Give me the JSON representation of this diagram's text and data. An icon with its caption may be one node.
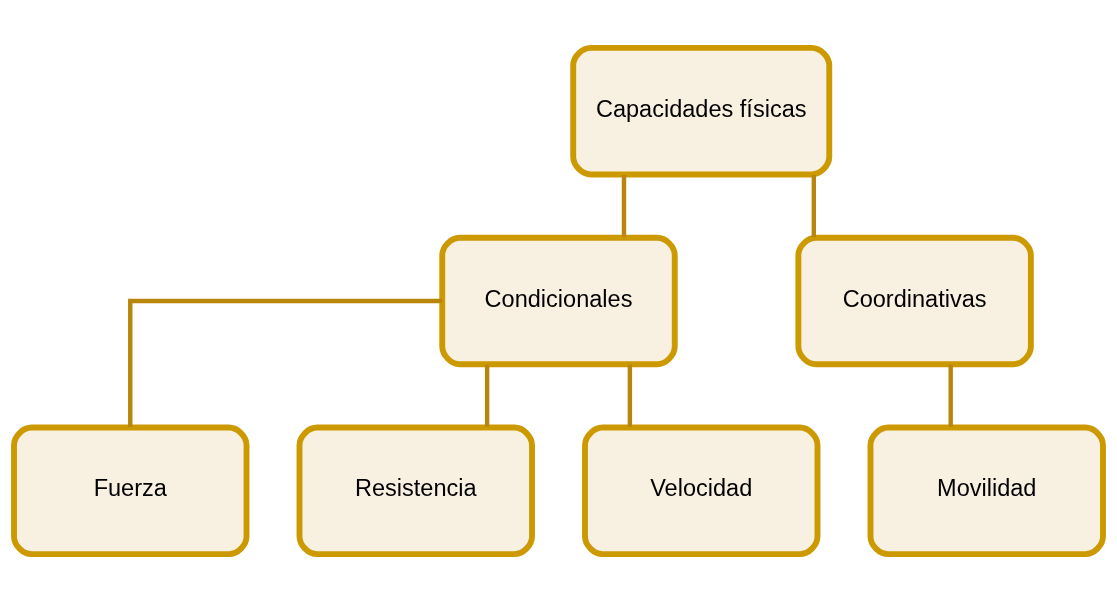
{
  "diagram": {
    "nodes": [
      {
        "text": [
          "Capacidades físicas"
        ]
      },
      {
        "text": [
          "Condicionales"
        ]
      },
      {
        "text": [
          "Coordinativas"
        ]
      },
      {
        "text": [
          "Fuerza"
        ]
      },
      {
        "text": [
          "Resistencia"
        ]
      },
      {
        "text": [
          "Velocidad"
        ]
      },
      {
        "text": [
          "Movilidad"
        ]
      }
    ],
    "edges": [
      {
        "from": 0,
        "to": 1,
        "arrow": "none"
      },
      {
        "from": 0,
        "to": 2,
        "arrow": "none"
      },
      {
        "from": 1,
        "to": 3,
        "arrow": "none"
      },
      {
        "from": 1,
        "to": 4,
        "arrow": "none"
      },
      {
        "from": 1,
        "to": 5,
        "arrow": "none"
      },
      {
        "from": 2,
        "to": 6,
        "arrow": "none"
      }
    ]
  }
}
